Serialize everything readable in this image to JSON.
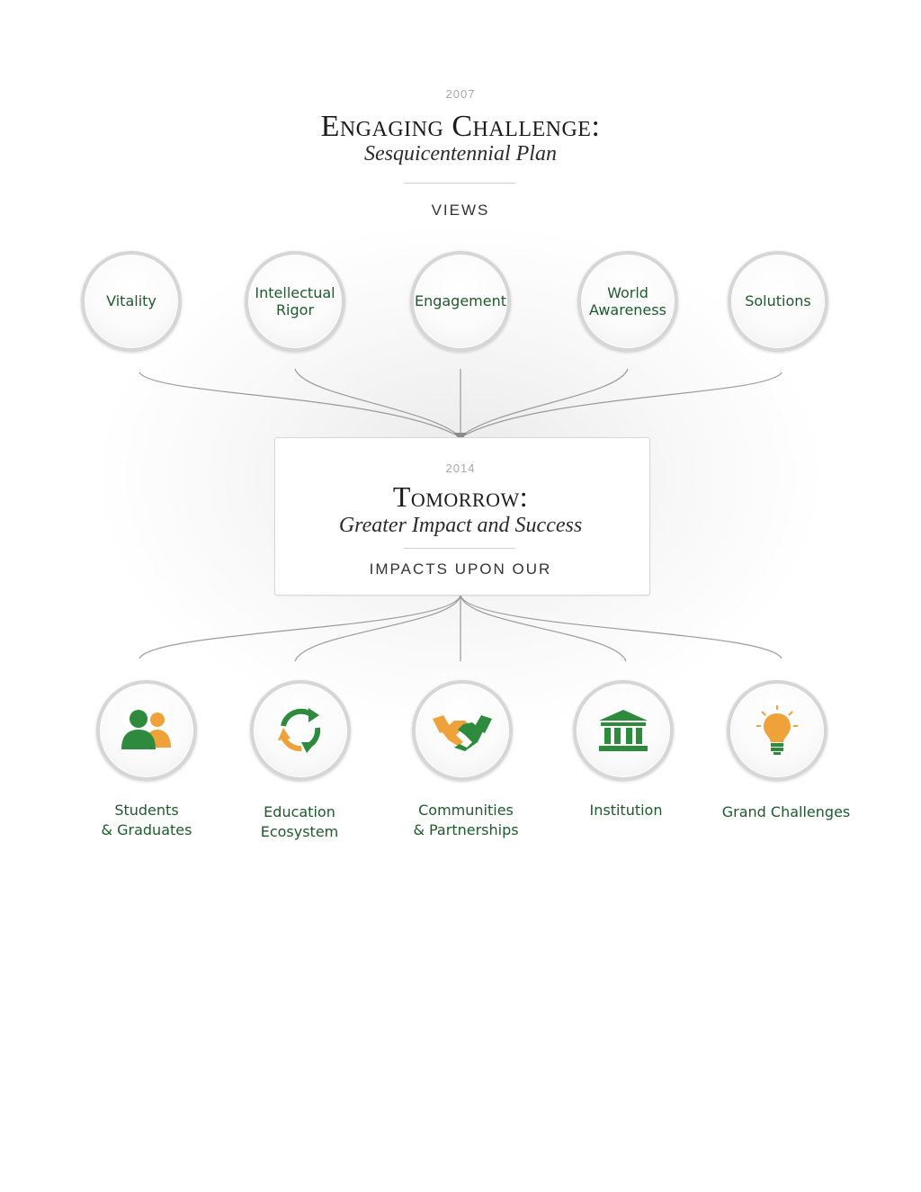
{
  "header": {
    "year": "2007",
    "title": "Engaging Challenge:",
    "subtitle": "Sesquicentennial Plan",
    "section_label": "VIEWS"
  },
  "views": [
    {
      "line1": "Vitality",
      "line2": ""
    },
    {
      "line1": "Intellectual",
      "line2": "Rigor"
    },
    {
      "line1": "Engagement",
      "line2": ""
    },
    {
      "line1": "World",
      "line2": "Awareness"
    },
    {
      "line1": "Solutions",
      "line2": ""
    }
  ],
  "center": {
    "year": "2014",
    "title": "Tomorrow:",
    "subtitle": "Greater Impact and Success",
    "section_label": "IMPACTS UPON OUR"
  },
  "impacts": [
    {
      "icon": "people-icon",
      "line1": "Students",
      "line2": "& Graduates"
    },
    {
      "icon": "cycle-arrows-icon",
      "line1": "Education",
      "line2": "Ecosystem"
    },
    {
      "icon": "handshake-icon",
      "line1": "Communities",
      "line2": "& Partnerships"
    },
    {
      "icon": "institution-building-icon",
      "line1": "Institution",
      "line2": ""
    },
    {
      "icon": "lightbulb-icon",
      "line1": "Grand Challenges",
      "line2": ""
    }
  ],
  "colors": {
    "green_text": "#1e5a2c",
    "icon_green": "#2e8b3d",
    "icon_orange": "#f0a23a",
    "connector": "#9a9a9a"
  }
}
